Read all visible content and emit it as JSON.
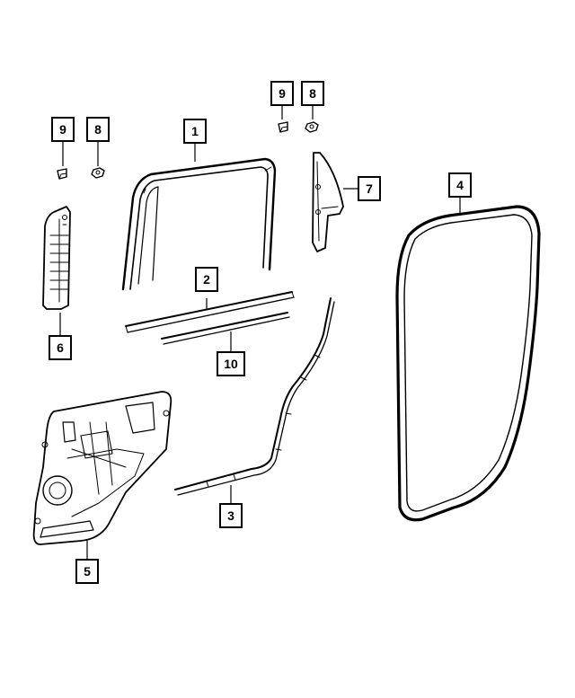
{
  "callouts": {
    "c1": "1",
    "c2": "2",
    "c3": "3",
    "c4": "4",
    "c5": "5",
    "c6": "6",
    "c7": "7",
    "c8_left": "8",
    "c8_right": "8",
    "c9_left": "9",
    "c9_right": "9",
    "c10": "10"
  },
  "parts": [
    {
      "ref": "1",
      "icon": "door-glass-run-channel-icon"
    },
    {
      "ref": "2",
      "icon": "belt-weatherstrip-outer-icon"
    },
    {
      "ref": "3",
      "icon": "lower-door-seal-icon"
    },
    {
      "ref": "4",
      "icon": "door-opening-weatherstrip-icon"
    },
    {
      "ref": "5",
      "icon": "door-module-panel-icon"
    },
    {
      "ref": "6",
      "icon": "applique-b-pillar-icon"
    },
    {
      "ref": "7",
      "icon": "applique-c-pillar-icon"
    },
    {
      "ref": "8",
      "icon": "nut-icon"
    },
    {
      "ref": "9",
      "icon": "clip-icon"
    },
    {
      "ref": "10",
      "icon": "belt-weatherstrip-inner-icon"
    }
  ]
}
